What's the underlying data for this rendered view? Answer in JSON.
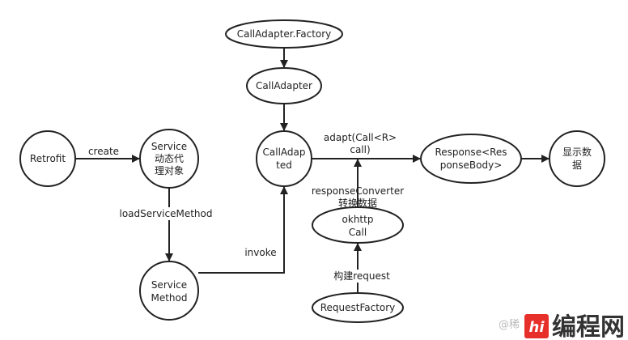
{
  "nodes": {
    "retrofit": "Retrofit",
    "service_proxy": [
      "Service",
      "动态代",
      "理对象"
    ],
    "service_method": [
      "Service",
      "Method"
    ],
    "call_adapter_factory": "CallAdapter.Factory",
    "call_adapter": "CallAdapter",
    "call_adapted": [
      "CallAdap",
      "ted"
    ],
    "response": [
      "Response<Res",
      "ponseBody>"
    ],
    "display_data": [
      "显示数",
      "据"
    ],
    "okhttp_call": [
      "okhttp",
      "Call"
    ],
    "request_factory": "RequestFactory"
  },
  "edges": {
    "create": "create",
    "load_service_method": "loadServiceMethod",
    "invoke": "invoke",
    "adapt": [
      "adapt(Call<R>",
      "call)"
    ],
    "response_converter": [
      "responseConverter",
      "转换数据"
    ],
    "build_request": "构建request"
  },
  "watermark": {
    "author": "@稀",
    "logo_text": "编程网",
    "logo_mark": "hi",
    "logo_color": "#e8302a"
  }
}
